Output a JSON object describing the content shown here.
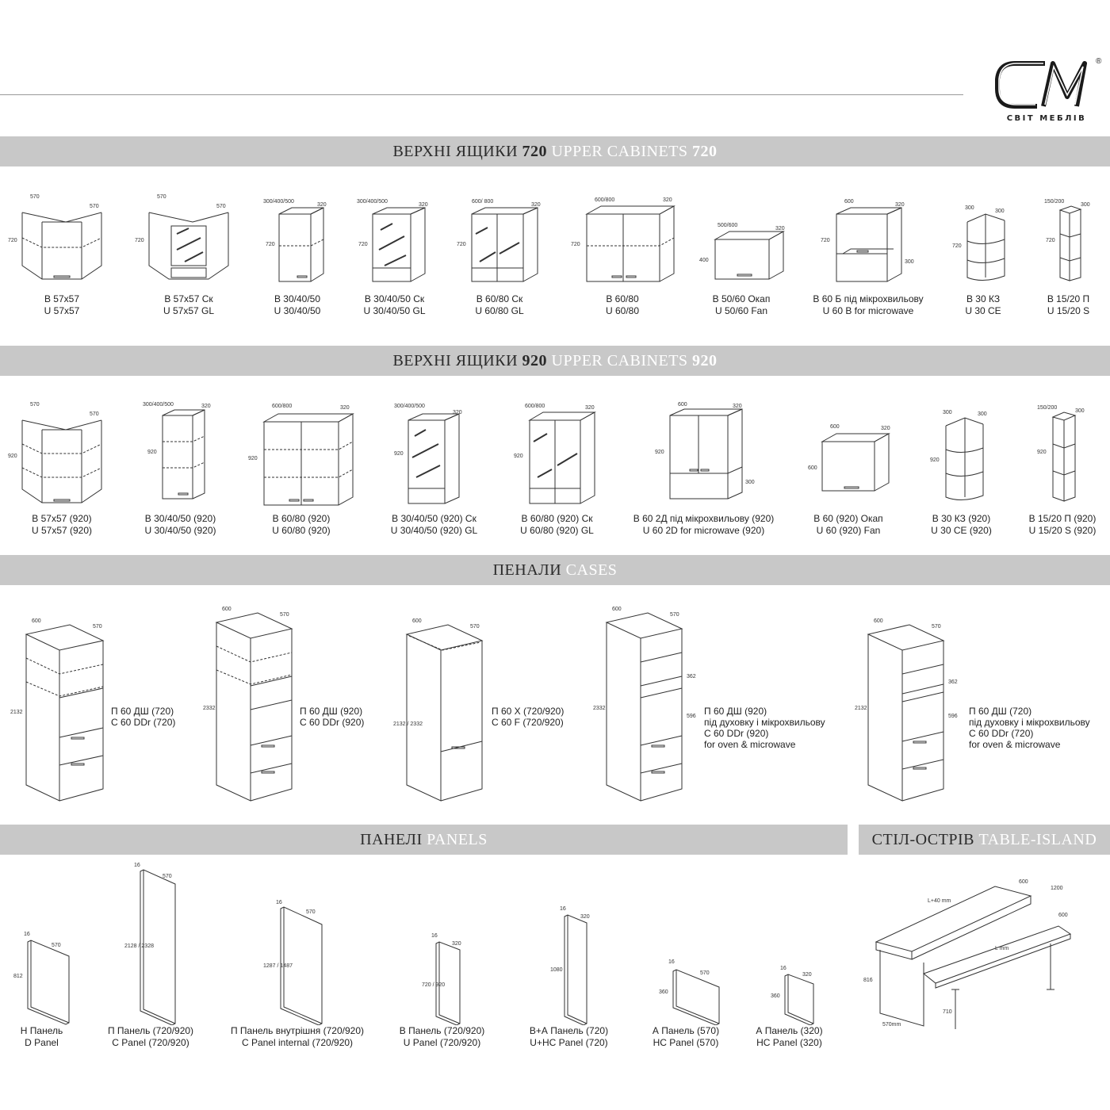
{
  "logo": {
    "brand_text": "СВІТ МЕБЛІВ",
    "registered": "®"
  },
  "sections": {
    "upper720": {
      "title_ua": "ВЕРХНІ ЯЩИКИ",
      "title_ua_num": "720",
      "title_en": "UPPER CABINETS",
      "title_en_num": "720"
    },
    "upper920": {
      "title_ua": "ВЕРХНІ ЯЩИКИ",
      "title_ua_num": "920",
      "title_en": "UPPER CABINETS",
      "title_en_num": "920"
    },
    "cases": {
      "title_ua": "ПЕНАЛИ",
      "title_en": "CASES"
    },
    "panels": {
      "title_ua": "ПАНЕЛІ",
      "title_en": "PANELS"
    },
    "table": {
      "title_ua": "СТІЛ-ОСТРІВ",
      "title_en": "TABLE-ISLAND"
    }
  },
  "upper720": [
    {
      "ua": "В 57х57",
      "en": "U 57х57",
      "w": "570",
      "d": "570",
      "h": "720"
    },
    {
      "ua": "В 57х57 Ск",
      "en": "U 57х57 GL",
      "w": "570",
      "d": "570",
      "h": "720"
    },
    {
      "ua": "В 30/40/50",
      "en": "U 30/40/50",
      "w": "300/400/500",
      "d": "320",
      "h": "720"
    },
    {
      "ua": "В 30/40/50 Ск",
      "en": "U 30/40/50 GL",
      "w": "300/400/500",
      "d": "320",
      "h": "720"
    },
    {
      "ua": "В 60/80 Ск",
      "en": "U 60/80 GL",
      "w": "600/ 800",
      "d": "320",
      "h": "720"
    },
    {
      "ua": "В 60/80",
      "en": "U 60/80",
      "w": "600/800",
      "d": "320",
      "h": "720"
    },
    {
      "ua": "В 50/60 Окап",
      "en": "U 50/60 Fan",
      "w": "500/600",
      "d": "320",
      "h": "400"
    },
    {
      "ua": "В 60 Б під мікрохвильову",
      "en": "U 60 B for microwave",
      "w": "600",
      "d": "320",
      "h": "720",
      "h2": "300"
    },
    {
      "ua": "В 30 КЗ",
      "en": "U 30 CE",
      "w": "300",
      "d": "300",
      "h": "720"
    },
    {
      "ua": "В 15/20 П",
      "en": "U 15/20 S",
      "w": "150/200",
      "d": "300",
      "h": "720"
    }
  ],
  "upper920": [
    {
      "ua": "В 57х57 (920)",
      "en": "U 57х57 (920)",
      "w": "570",
      "d": "570",
      "h": "920"
    },
    {
      "ua": "В 30/40/50 (920)",
      "en": "U 30/40/50 (920)",
      "w": "300/400/500",
      "d": "320",
      "h": "920"
    },
    {
      "ua": "В 60/80 (920)",
      "en": "U 60/80 (920)",
      "w": "600/800",
      "d": "320",
      "h": "920"
    },
    {
      "ua": "В 30/40/50 (920) Ск",
      "en": "U 30/40/50 (920) GL",
      "w": "300/400/500",
      "d": "320",
      "h": "920"
    },
    {
      "ua": "В 60/80 (920) Ск",
      "en": "U 60/80 (920) GL",
      "w": "600/800",
      "d": "320",
      "h": "920"
    },
    {
      "ua": "В 60 2Д під мікрохвильову (920)",
      "en": "U 60 2D for microwave (920)",
      "w": "600",
      "d": "320",
      "h": "920",
      "h2": "300"
    },
    {
      "ua": "В 60 (920) Окап",
      "en": "U 60 (920) Fan",
      "w": "600",
      "d": "320",
      "h": "600"
    },
    {
      "ua": "В 30 КЗ (920)",
      "en": "U 30 CE (920)",
      "w": "300",
      "d": "300",
      "h": "920"
    },
    {
      "ua": "В 15/20 П (920)",
      "en": "U 15/20 S (920)",
      "w": "150/200",
      "d": "300",
      "h": "920"
    }
  ],
  "cases": [
    {
      "line1": "П 60 ДШ (720)",
      "line2": "С 60 DDr (720)",
      "w": "600",
      "d": "570",
      "h": "2132"
    },
    {
      "line1": "П 60 ДШ (920)",
      "line2": "С 60 DDr (920)",
      "w": "600",
      "d": "570",
      "h": "2332"
    },
    {
      "line1": "П 60 Х (720/920)",
      "line2": "С 60 F (720/920)",
      "w": "600",
      "d": "570",
      "h": "2132 / 2332"
    },
    {
      "line1": "П 60 ДШ (920)",
      "line2": "під духовку і мікрохвильову",
      "line3": "С 60 DDr (920)",
      "line4": "for oven & microwave",
      "w": "600",
      "d": "570",
      "h": "2332",
      "a": "362",
      "b": "596"
    },
    {
      "line1": "П 60 ДШ (720)",
      "line2": "під духовку і мікрохвильову",
      "line3": "С 60 DDr (720)",
      "line4": "for oven & microwave",
      "w": "600",
      "d": "570",
      "h": "2132",
      "a": "362",
      "b": "596"
    }
  ],
  "panels": [
    {
      "ua": "Н Панель",
      "en": "D Panel",
      "t": "16",
      "d": "570",
      "h": "812"
    },
    {
      "ua": "П Панель (720/920)",
      "en": "C Panel (720/920)",
      "t": "16",
      "d": "570",
      "h": "2128 / 2328"
    },
    {
      "ua": "П Панель внутрішня (720/920)",
      "en": "C Panel internal (720/920)",
      "t": "16",
      "d": "570",
      "h": "1287 / 1487"
    },
    {
      "ua": "В Панель (720/920)",
      "en": "U Panel (720/920)",
      "t": "16",
      "d": "320",
      "h": "720 / 920"
    },
    {
      "ua": "В+А Панель (720)",
      "en": "U+HC Panel (720)",
      "t": "16",
      "d": "320",
      "h": "1080"
    },
    {
      "ua": "А Панель (570)",
      "en": "HC Panel (570)",
      "t": "16",
      "d": "570",
      "h": "360"
    },
    {
      "ua": "А Панель (320)",
      "en": "HC Panel (320)",
      "t": "16",
      "d": "320",
      "h": "360"
    }
  ],
  "table_island": {
    "l40": "L+40 mm",
    "l": "L mm",
    "d1": "600",
    "d2": "1200",
    "d3": "600",
    "h1": "816",
    "h2": "710",
    "base": "570mm"
  }
}
